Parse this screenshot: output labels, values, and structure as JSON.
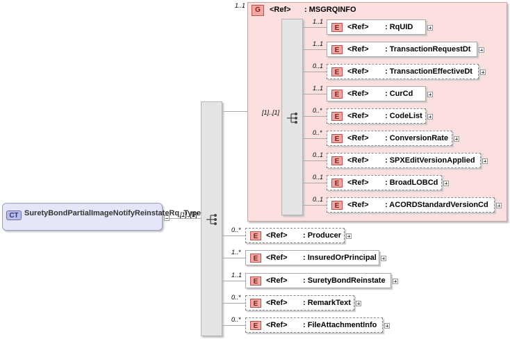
{
  "complex_type": {
    "badge": "CT",
    "name": "SuretyBondPartialImageNotifyReinstateRq_Type"
  },
  "root_sequence": {
    "multiplicity": "[1]..[1]"
  },
  "group": {
    "badge": "G",
    "ref": "<Ref>",
    "name": ": MSGRQINFO",
    "multiplicity": "1..1",
    "sequence_multiplicity": "[1]..[1]",
    "elements": [
      {
        "badge": "E",
        "ref": "<Ref>",
        "name": ": RqUID",
        "multiplicity": "1..1",
        "optional": false
      },
      {
        "badge": "E",
        "ref": "<Ref>",
        "name": ": TransactionRequestDt",
        "multiplicity": "1..1",
        "optional": false
      },
      {
        "badge": "E",
        "ref": "<Ref>",
        "name": ": TransactionEffectiveDt",
        "multiplicity": "0..1",
        "optional": true
      },
      {
        "badge": "E",
        "ref": "<Ref>",
        "name": ": CurCd",
        "multiplicity": "1..1",
        "optional": false
      },
      {
        "badge": "E",
        "ref": "<Ref>",
        "name": ": CodeList",
        "multiplicity": "0..*",
        "optional": true
      },
      {
        "badge": "E",
        "ref": "<Ref>",
        "name": ": ConversionRate",
        "multiplicity": "0..*",
        "optional": true
      },
      {
        "badge": "E",
        "ref": "<Ref>",
        "name": ": SPXEditVersionApplied",
        "multiplicity": "0..1",
        "optional": true
      },
      {
        "badge": "E",
        "ref": "<Ref>",
        "name": ": BroadLOBCd",
        "multiplicity": "0..1",
        "optional": true
      },
      {
        "badge": "E",
        "ref": "<Ref>",
        "name": ": ACORDStandardVersionCd",
        "multiplicity": "0..1",
        "optional": true
      }
    ]
  },
  "elements": [
    {
      "badge": "E",
      "ref": "<Ref>",
      "name": ": Producer",
      "multiplicity": "0..*",
      "optional": true
    },
    {
      "badge": "E",
      "ref": "<Ref>",
      "name": ": InsuredOrPrincipal",
      "multiplicity": "1..*",
      "optional": false
    },
    {
      "badge": "E",
      "ref": "<Ref>",
      "name": ": SuretyBondReinstate",
      "multiplicity": "1..1",
      "optional": false
    },
    {
      "badge": "E",
      "ref": "<Ref>",
      "name": ": RemarkText",
      "multiplicity": "0..*",
      "optional": true
    },
    {
      "badge": "E",
      "ref": "<Ref>",
      "name": ": FileAttachmentInfo",
      "multiplicity": "0..*",
      "optional": true
    }
  ]
}
